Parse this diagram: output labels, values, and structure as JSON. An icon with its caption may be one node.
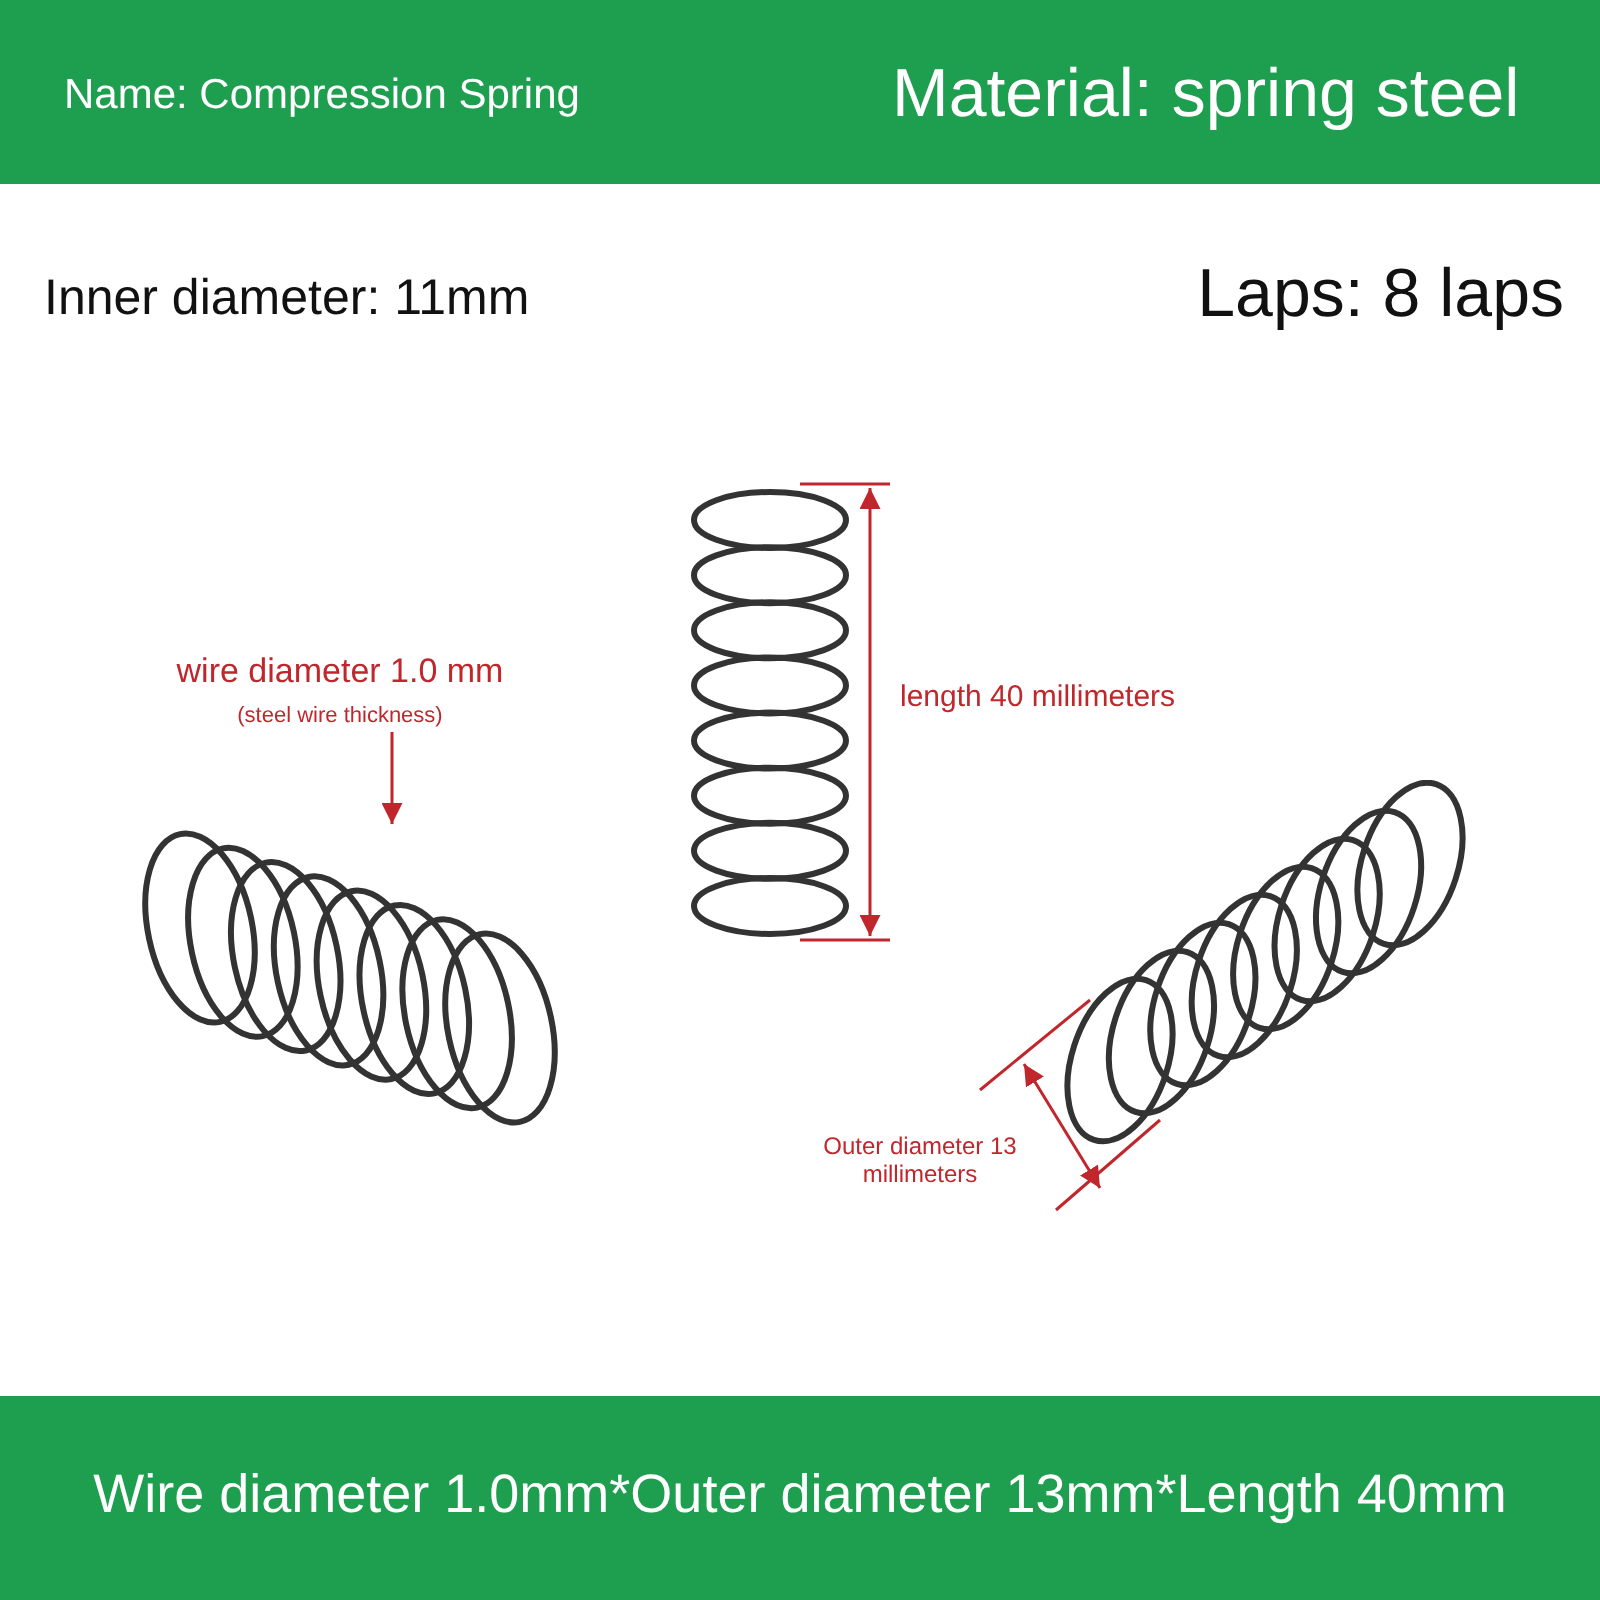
{
  "diagram": {
    "nodes": [
      {
        "text": [
          "wire diameter 1.0 mm",
          "(steel wire thickness)"
        ]
      },
      {
        "text": [],
        "shape": "picture"
      }
    ],
    "edges": [
      {
        "from": 0,
        "to": 1,
        "arrow": "to"
      }
    ],
    "labels": [
      "Name: Compression Spring",
      "Material: spring steel",
      "Inner diameter: 11mm",
      "Laps: 8 laps",
      "length 40 millimeters",
      "Outer diameter 13 millimeters",
      "Wire diameter 1.0mm*Outer diameter 13mm*Length 40mm"
    ]
  }
}
